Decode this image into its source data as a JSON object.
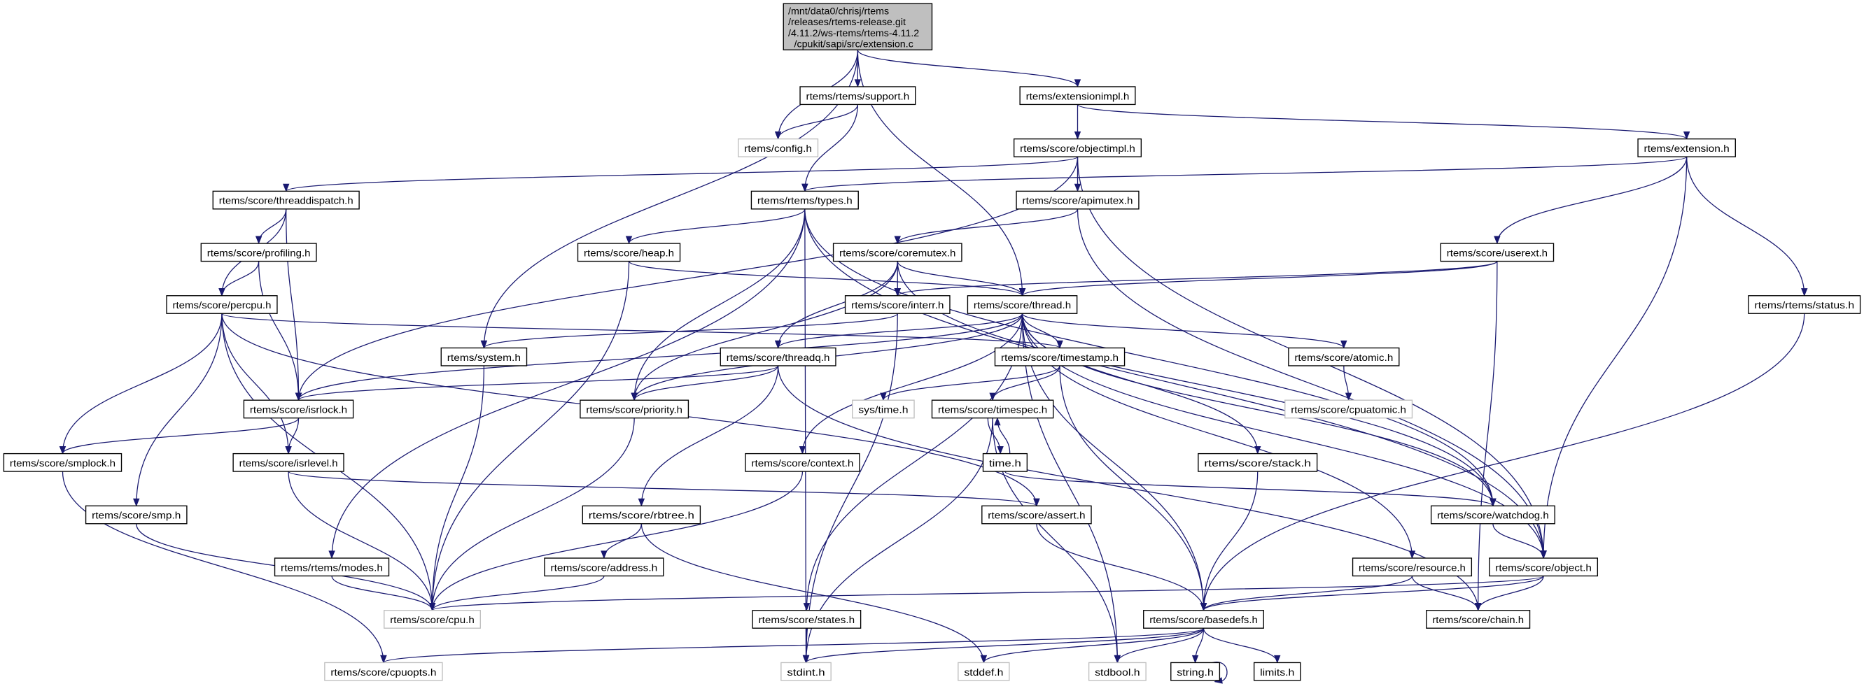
{
  "colors": {
    "edge": "#191970",
    "root_fill": "#bfbfbf",
    "missing_border": "#bfbfbf",
    "node_border": "#000000"
  },
  "root": {
    "id": "root",
    "lines": [
      "/mnt/data0/chrisj/rtems",
      "/releases/rtems-release.git",
      "/4.11.2/ws-rtems/rtems-4.11.2",
      "/cpukit/sapi/src/extension.c"
    ]
  },
  "nodes": [
    {
      "id": "support",
      "label": "rtems/rtems/support.h",
      "style": "normal"
    },
    {
      "id": "extensionimpl",
      "label": "rtems/extensionimpl.h",
      "style": "normal"
    },
    {
      "id": "config",
      "label": "rtems/config.h",
      "style": "missing"
    },
    {
      "id": "objectimpl",
      "label": "rtems/score/objectimpl.h",
      "style": "normal"
    },
    {
      "id": "extension",
      "label": "rtems/extension.h",
      "style": "normal"
    },
    {
      "id": "threaddispatch",
      "label": "rtems/score/threaddispatch.h",
      "style": "normal"
    },
    {
      "id": "types",
      "label": "rtems/rtems/types.h",
      "style": "normal"
    },
    {
      "id": "apimutex",
      "label": "rtems/score/apimutex.h",
      "style": "normal"
    },
    {
      "id": "profiling",
      "label": "rtems/score/profiling.h",
      "style": "normal"
    },
    {
      "id": "heap",
      "label": "rtems/score/heap.h",
      "style": "normal"
    },
    {
      "id": "coremutex",
      "label": "rtems/score/coremutex.h",
      "style": "normal"
    },
    {
      "id": "userext",
      "label": "rtems/score/userext.h",
      "style": "normal"
    },
    {
      "id": "percpu",
      "label": "rtems/score/percpu.h",
      "style": "normal"
    },
    {
      "id": "interr",
      "label": "rtems/score/interr.h",
      "style": "normal"
    },
    {
      "id": "thread",
      "label": "rtems/score/thread.h",
      "style": "normal"
    },
    {
      "id": "status",
      "label": "rtems/rtems/status.h",
      "style": "normal"
    },
    {
      "id": "system",
      "label": "rtems/system.h",
      "style": "normal"
    },
    {
      "id": "threadq",
      "label": "rtems/score/threadq.h",
      "style": "normal"
    },
    {
      "id": "timestamp",
      "label": "rtems/score/timestamp.h",
      "style": "normal"
    },
    {
      "id": "atomic",
      "label": "rtems/score/atomic.h",
      "style": "normal"
    },
    {
      "id": "isrlock",
      "label": "rtems/score/isrlock.h",
      "style": "normal"
    },
    {
      "id": "priority",
      "label": "rtems/score/priority.h",
      "style": "normal"
    },
    {
      "id": "systime",
      "label": "sys/time.h",
      "style": "missing"
    },
    {
      "id": "timespec",
      "label": "rtems/score/timespec.h",
      "style": "normal"
    },
    {
      "id": "cpuatomic",
      "label": "rtems/score/cpuatomic.h",
      "style": "missing"
    },
    {
      "id": "smplock",
      "label": "rtems/score/smplock.h",
      "style": "normal"
    },
    {
      "id": "isrlevel",
      "label": "rtems/score/isrlevel.h",
      "style": "normal"
    },
    {
      "id": "context",
      "label": "rtems/score/context.h",
      "style": "normal"
    },
    {
      "id": "time",
      "label": "time.h",
      "style": "normal"
    },
    {
      "id": "stack",
      "label": "rtems/score/stack.h",
      "style": "normal"
    },
    {
      "id": "smp",
      "label": "rtems/score/smp.h",
      "style": "normal"
    },
    {
      "id": "rbtree",
      "label": "rtems/score/rbtree.h",
      "style": "normal"
    },
    {
      "id": "assert",
      "label": "rtems/score/assert.h",
      "style": "normal"
    },
    {
      "id": "watchdog",
      "label": "rtems/score/watchdog.h",
      "style": "normal"
    },
    {
      "id": "modes",
      "label": "rtems/rtems/modes.h",
      "style": "normal"
    },
    {
      "id": "address",
      "label": "rtems/score/address.h",
      "style": "normal"
    },
    {
      "id": "resource",
      "label": "rtems/score/resource.h",
      "style": "normal"
    },
    {
      "id": "object",
      "label": "rtems/score/object.h",
      "style": "normal"
    },
    {
      "id": "cpu",
      "label": "rtems/score/cpu.h",
      "style": "missing"
    },
    {
      "id": "states",
      "label": "rtems/score/states.h",
      "style": "normal"
    },
    {
      "id": "basedefs",
      "label": "rtems/score/basedefs.h",
      "style": "normal"
    },
    {
      "id": "chain",
      "label": "rtems/score/chain.h",
      "style": "normal"
    },
    {
      "id": "cpuopts",
      "label": "rtems/score/cpuopts.h",
      "style": "missing"
    },
    {
      "id": "stdint",
      "label": "stdint.h",
      "style": "missing"
    },
    {
      "id": "stddef",
      "label": "stddef.h",
      "style": "missing"
    },
    {
      "id": "stdbool",
      "label": "stdbool.h",
      "style": "missing"
    },
    {
      "id": "string",
      "label": "string.h",
      "style": "normal"
    },
    {
      "id": "limits",
      "label": "limits.h",
      "style": "normal"
    }
  ],
  "edges": [
    [
      "root",
      "config"
    ],
    [
      "root",
      "support"
    ],
    [
      "root",
      "extensionimpl"
    ],
    [
      "root",
      "system"
    ],
    [
      "root",
      "thread"
    ],
    [
      "support",
      "config"
    ],
    [
      "support",
      "types"
    ],
    [
      "extensionimpl",
      "objectimpl"
    ],
    [
      "extensionimpl",
      "extension"
    ],
    [
      "objectimpl",
      "threaddispatch"
    ],
    [
      "objectimpl",
      "isrlock"
    ],
    [
      "objectimpl",
      "apimutex"
    ],
    [
      "objectimpl",
      "object"
    ],
    [
      "extension",
      "types"
    ],
    [
      "extension",
      "userext"
    ],
    [
      "extension",
      "object"
    ],
    [
      "extension",
      "status"
    ],
    [
      "threaddispatch",
      "percpu"
    ],
    [
      "threaddispatch",
      "profiling"
    ],
    [
      "threaddispatch",
      "isrlock"
    ],
    [
      "types",
      "heap"
    ],
    [
      "types",
      "modes"
    ],
    [
      "types",
      "priority"
    ],
    [
      "types",
      "stdint"
    ],
    [
      "types",
      "watchdog"
    ],
    [
      "types",
      "object"
    ],
    [
      "apimutex",
      "coremutex"
    ],
    [
      "apimutex",
      "object"
    ],
    [
      "profiling",
      "percpu"
    ],
    [
      "profiling",
      "isrlock"
    ],
    [
      "heap",
      "cpu"
    ],
    [
      "heap",
      "thread"
    ],
    [
      "coremutex",
      "interr"
    ],
    [
      "coremutex",
      "thread"
    ],
    [
      "coremutex",
      "threadq"
    ],
    [
      "coremutex",
      "priority"
    ],
    [
      "coremutex",
      "watchdog"
    ],
    [
      "userext",
      "interr"
    ],
    [
      "userext",
      "thread"
    ],
    [
      "userext",
      "chain"
    ],
    [
      "status",
      "basedefs"
    ],
    [
      "percpu",
      "smplock"
    ],
    [
      "percpu",
      "smp"
    ],
    [
      "percpu",
      "isrlevel"
    ],
    [
      "percpu",
      "cpu"
    ],
    [
      "percpu",
      "timestamp"
    ],
    [
      "percpu",
      "assert"
    ],
    [
      "interr",
      "system"
    ],
    [
      "interr",
      "stdint"
    ],
    [
      "thread",
      "isrlock"
    ],
    [
      "thread",
      "threadq"
    ],
    [
      "thread",
      "priority"
    ],
    [
      "thread",
      "timestamp"
    ],
    [
      "thread",
      "atomic"
    ],
    [
      "thread",
      "context"
    ],
    [
      "thread",
      "states"
    ],
    [
      "thread",
      "stack"
    ],
    [
      "thread",
      "watchdog"
    ],
    [
      "thread",
      "object"
    ],
    [
      "thread",
      "resource"
    ],
    [
      "thread",
      "basedefs"
    ],
    [
      "thread",
      "stdbool"
    ],
    [
      "threadq",
      "priority"
    ],
    [
      "threadq",
      "isrlock"
    ],
    [
      "threadq",
      "rbtree"
    ],
    [
      "threadq",
      "chain"
    ],
    [
      "system",
      "cpu"
    ],
    [
      "isrlock",
      "smplock"
    ],
    [
      "isrlock",
      "isrlevel"
    ],
    [
      "priority",
      "cpu"
    ],
    [
      "timestamp",
      "systime"
    ],
    [
      "timestamp",
      "timespec"
    ],
    [
      "timestamp",
      "basedefs"
    ],
    [
      "atomic",
      "cpuatomic"
    ],
    [
      "smplock",
      "cpuopts"
    ],
    [
      "isrlevel",
      "cpu"
    ],
    [
      "isrlevel",
      "assert"
    ],
    [
      "timespec",
      "time"
    ],
    [
      "timespec",
      "stdint"
    ],
    [
      "timespec",
      "stdbool"
    ],
    [
      "time",
      "timespec"
    ],
    [
      "time",
      "watchdog"
    ],
    [
      "context",
      "cpu"
    ],
    [
      "stack",
      "basedefs"
    ],
    [
      "smp",
      "cpu"
    ],
    [
      "rbtree",
      "address"
    ],
    [
      "rbtree",
      "stddef"
    ],
    [
      "assert",
      "basedefs"
    ],
    [
      "watchdog",
      "object"
    ],
    [
      "modes",
      "cpu"
    ],
    [
      "address",
      "cpu"
    ],
    [
      "resource",
      "basedefs"
    ],
    [
      "resource",
      "chain"
    ],
    [
      "object",
      "cpu"
    ],
    [
      "object",
      "basedefs"
    ],
    [
      "object",
      "chain"
    ],
    [
      "states",
      "stdint"
    ],
    [
      "basedefs",
      "cpuopts"
    ],
    [
      "basedefs",
      "stdint"
    ],
    [
      "basedefs",
      "stddef"
    ],
    [
      "basedefs",
      "stdbool"
    ],
    [
      "basedefs",
      "string"
    ],
    [
      "basedefs",
      "limits"
    ],
    [
      "string",
      "string"
    ]
  ]
}
